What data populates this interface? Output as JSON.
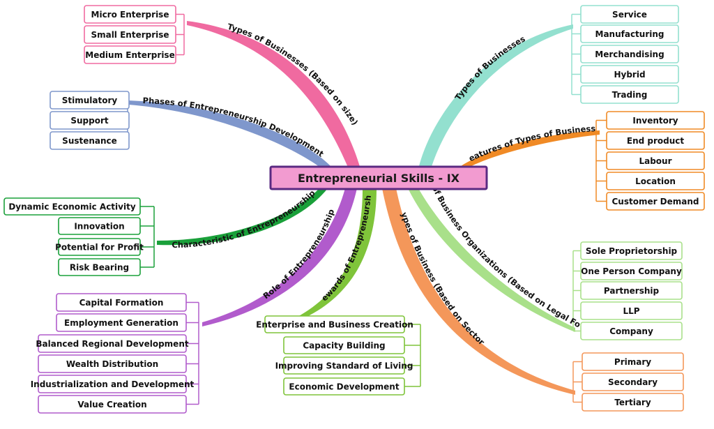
{
  "center": {
    "title": "Entrepreneurial Skills - IX",
    "fill": "#f29bd0",
    "stroke": "#5a2a82"
  },
  "branches": [
    {
      "id": "size",
      "label": "Types of Businesses (Based on size)",
      "color": "#f06aa0",
      "nodes": [
        "Micro Enterprise",
        "Small Enterprise",
        "Medium Enterprise"
      ]
    },
    {
      "id": "phases",
      "label": "Phases of Entrepreneurship Development",
      "color": "#7f97cc",
      "nodes": [
        "Stimulatory",
        "Support",
        "Sustenance"
      ]
    },
    {
      "id": "characteristic",
      "label": "Characteristic of Entrepreneurship",
      "color": "#1aa03a",
      "nodes": [
        "Dynamic  Economic Activity",
        "Innovation",
        "Potential for Profit",
        "Risk Bearing"
      ]
    },
    {
      "id": "role",
      "label": "Role of Entrepreneurship",
      "color": "#b15bcc",
      "nodes": [
        "Capital Formation",
        "Employment Generation",
        "Balanced Regional Development",
        "Wealth  Distribution",
        "Industrialization and Development",
        "Value Creation"
      ]
    },
    {
      "id": "rewards",
      "label": "Rewards of Entrepreneurship",
      "color": "#7fc43a",
      "nodes": [
        "Enterprise and Business Creation",
        "Capacity Building",
        "Improving Standard of Living",
        "Economic Development"
      ]
    },
    {
      "id": "sector",
      "label": "Types of Business (Based on Sector)",
      "color": "#f4975a",
      "nodes": [
        "Primary",
        "Secondary",
        "Tertiary"
      ]
    },
    {
      "id": "legal",
      "label": "Types of Business Organizations (Based on Legal Form)",
      "color": "#a9e08a",
      "nodes": [
        "Sole Proprietorship",
        "One Person Company",
        "Partnership",
        "LLP",
        "Company"
      ]
    },
    {
      "id": "features",
      "label": "Features of Types of Businesses",
      "color": "#f08a25",
      "nodes": [
        "Inventory",
        "End product",
        "Labour",
        "Location",
        "Customer Demand"
      ]
    },
    {
      "id": "types",
      "label": "Types of Businesses",
      "color": "#93e0cf",
      "nodes": [
        "Service",
        "Manufacturing",
        "Merchandising",
        "Hybrid",
        "Trading"
      ]
    }
  ]
}
